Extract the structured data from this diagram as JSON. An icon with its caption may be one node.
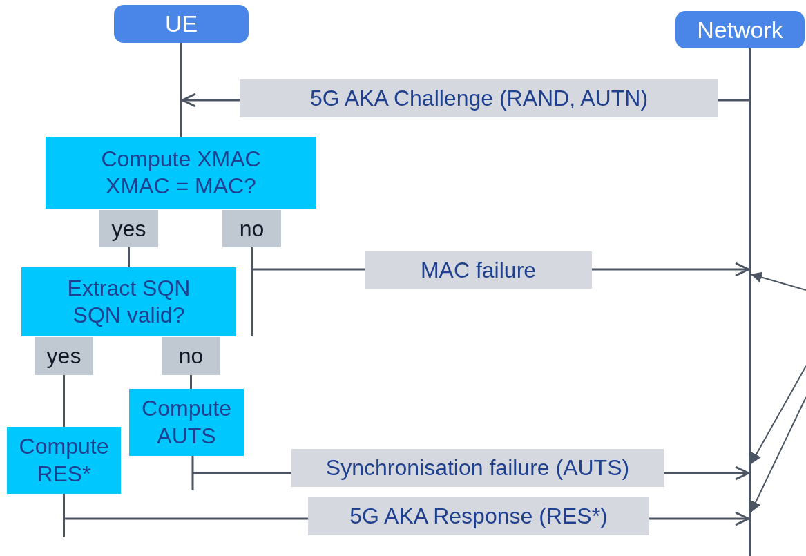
{
  "diagram": {
    "nodes": [
      {
        "text": [
          "UE"
        ]
      },
      {
        "text": [
          "Network"
        ]
      },
      {
        "text": [
          "Compute XMAC",
          "XMAC = MAC?"
        ]
      },
      {
        "text": [
          "yes"
        ]
      },
      {
        "text": [
          "no"
        ]
      },
      {
        "text": [
          "Extract SQN",
          "SQN valid?"
        ]
      },
      {
        "text": [
          "yes"
        ]
      },
      {
        "text": [
          "no"
        ]
      },
      {
        "text": [
          "Compute AUTS"
        ]
      },
      {
        "text": [
          "Compute RES*"
        ]
      },
      {
        "text": [],
        "shape": "bar"
      },
      {
        "text": [],
        "shape": "bar"
      }
    ],
    "edges": [
      {
        "from": 11,
        "to": 10,
        "arrow": "to",
        "label": "5G AKA Challenge (RAND, AUTN)"
      },
      {
        "from": 3,
        "to": 5,
        "arrow": "none"
      },
      {
        "from": 4,
        "to": 11,
        "arrow": "to",
        "label": "MAC failure"
      },
      {
        "from": 6,
        "to": 9,
        "arrow": "none"
      },
      {
        "from": 7,
        "to": 8,
        "arrow": "none"
      },
      {
        "from": 8,
        "to": 11,
        "arrow": "to",
        "label": "Synchronisation failure (AUTS)"
      },
      {
        "from": 9,
        "to": 11,
        "arrow": "to",
        "label": "5G AKA Response (RES*)"
      },
      {
        "from": null,
        "to": 11,
        "arrow": "to"
      },
      {
        "from": null,
        "to": 11,
        "arrow": "to"
      },
      {
        "from": null,
        "to": 11,
        "arrow": "to"
      }
    ]
  }
}
